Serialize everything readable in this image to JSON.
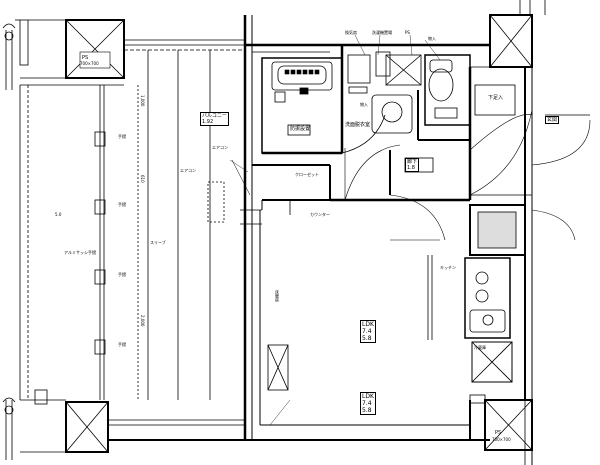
{
  "dims": {
    "d1": "1,000",
    "d2": "610",
    "d3": "2,000"
  },
  "rooms": {
    "ldk": {
      "name": "LDK",
      "area1": "7.4",
      "area2": "5.8"
    },
    "ldk2": {
      "name": "LDK",
      "area1": "7.4",
      "area2": "5.8"
    },
    "hall": {
      "name": "廊下",
      "area": "1.8"
    },
    "wash": {
      "name": "洗面脱衣室"
    },
    "entrance": {
      "name": "玄関"
    },
    "shoe": {
      "name": "下足入"
    },
    "balcony": {
      "name": "バルコニー",
      "area": "1.92"
    },
    "balcony_left": {
      "name": "5.0"
    }
  },
  "ps_top": {
    "label1": "PS",
    "label2": "700×700"
  },
  "ps_bottom_right": {
    "label1": "PS",
    "label2": "700×700"
  },
  "annotations": {
    "a1": "換気扇",
    "a2": "洗濯機置場",
    "a3": "手摺",
    "a4": "手摺",
    "a5": "PS",
    "a6": "物入",
    "a7": "エアコン",
    "a8": "冷蔵庫",
    "a9": "防振設置",
    "a10": "キッチン",
    "a11": "手摺",
    "a12": "手摺",
    "a13": "アルミサッシ手摺",
    "a14": "スリーブ",
    "a15": "カウンター",
    "a16": "エアコン",
    "a17": "床暖房",
    "a18": "クローゼット",
    "a19": "物入"
  }
}
